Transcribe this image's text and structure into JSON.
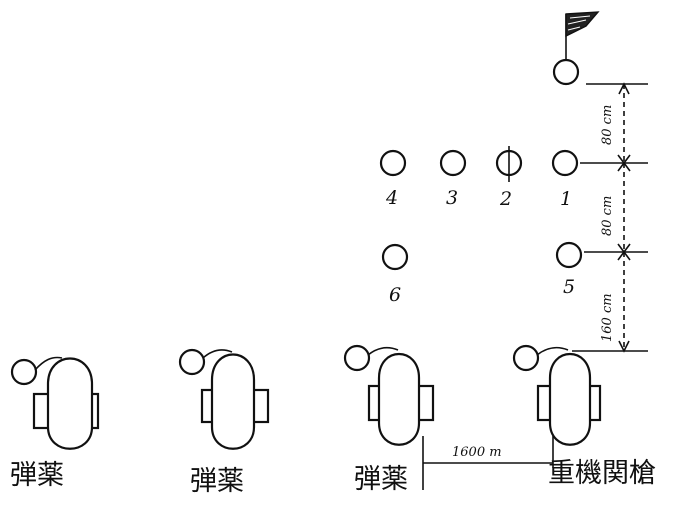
{
  "targets": {
    "labels": [
      "1",
      "2",
      "3",
      "4",
      "5",
      "6"
    ],
    "flag_icon": "pennant-flag-icon"
  },
  "dimensions": {
    "flag_to_row": "80 cm",
    "row_to_target5": "80 cm",
    "target5_to_gun": "160 cm",
    "gun_spacing": "1600 m"
  },
  "gun_positions": {
    "ammo_labels": [
      "弾薬",
      "弾薬",
      "弾薬"
    ],
    "gun_label": "重機関槍"
  }
}
